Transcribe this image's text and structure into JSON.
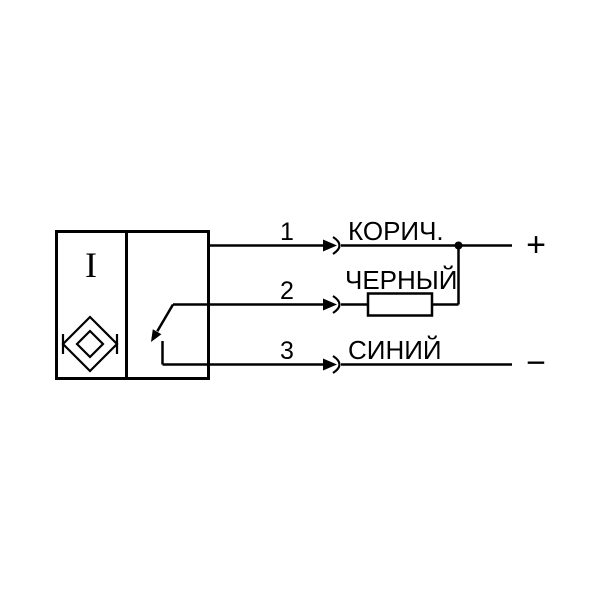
{
  "diagram": {
    "background_color": "#ffffff",
    "line_color": "#000000",
    "sensor": {
      "marking": "I"
    },
    "wires": [
      {
        "number": "1",
        "color_label": "КОРИЧ.",
        "terminal": "+"
      },
      {
        "number": "2",
        "color_label": "ЧЕРНЫЙ"
      },
      {
        "number": "3",
        "color_label": "СИНИЙ",
        "terminal": "−"
      }
    ]
  }
}
